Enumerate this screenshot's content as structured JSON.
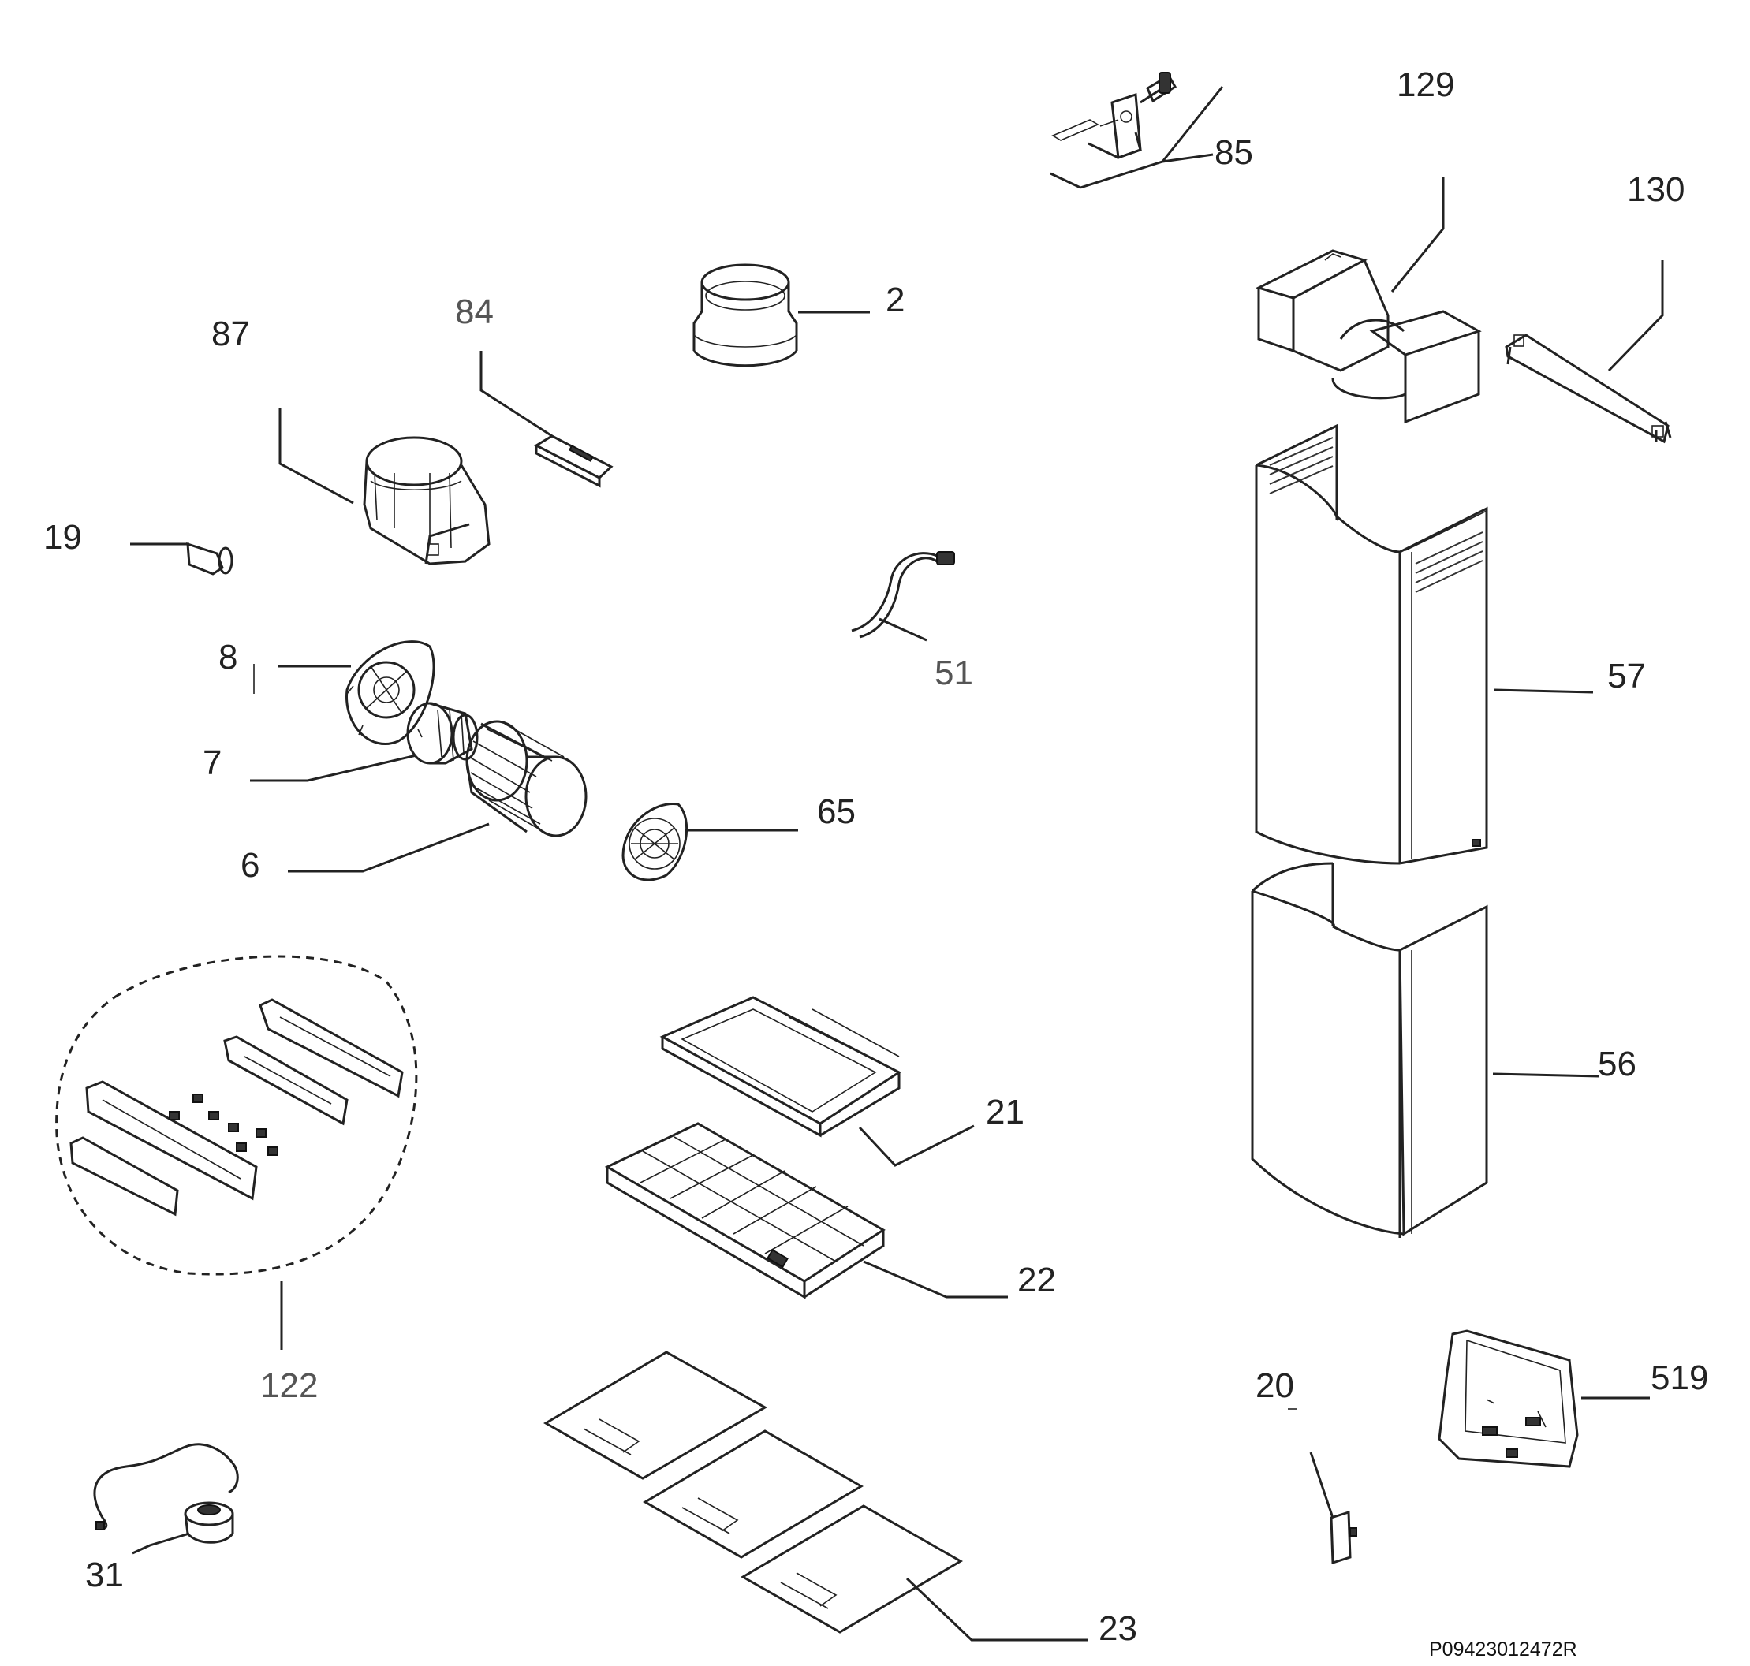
{
  "labels": {
    "p129": "129",
    "p85": "85",
    "p130": "130",
    "p2": "2",
    "p84": "84",
    "p87": "87",
    "p19": "19",
    "p51": "51",
    "p8": "8",
    "p57": "57",
    "p7": "7",
    "p65": "65",
    "p6": "6",
    "p56": "56",
    "p21": "21",
    "p22": "22",
    "p122": "122",
    "p20": "20",
    "p519": "519",
    "p31": "31",
    "p23": "23"
  },
  "drawing_code": "P09423012472R"
}
